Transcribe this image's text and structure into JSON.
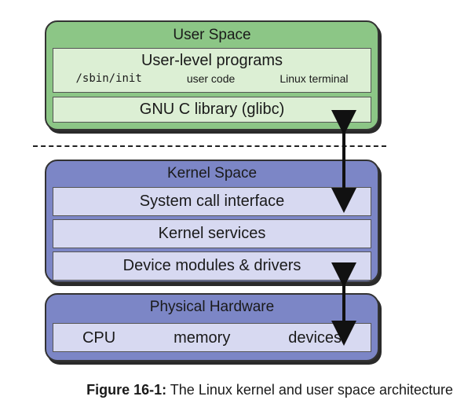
{
  "user_space": {
    "title": "User Space",
    "programs": {
      "label": "User-level programs",
      "items": [
        "/sbin/init",
        "user code",
        "Linux terminal"
      ]
    },
    "glibc": "GNU C library (glibc)"
  },
  "kernel_space": {
    "title": "Kernel Space",
    "layers": [
      "System call interface",
      "Kernel services",
      "Device modules & drivers"
    ]
  },
  "hardware": {
    "title": "Physical Hardware",
    "items": [
      "CPU",
      "memory",
      "devices"
    ]
  },
  "caption": {
    "label": "Figure 16-1:",
    "text": "The Linux kernel and user space architecture"
  }
}
